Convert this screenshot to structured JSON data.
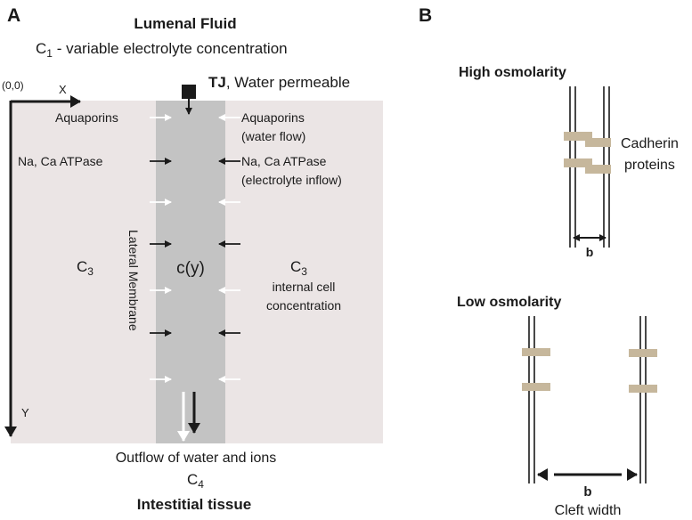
{
  "panel_a": {
    "letter": "A",
    "lumenal_fluid": "Lumenal Fluid",
    "c1_symbol": "C",
    "c1_sub": "1",
    "c1_desc": " - variable  electrolyte concentration",
    "origin": "(0,0)",
    "x_axis": "X",
    "y_axis": "Y",
    "tj_bold": "TJ",
    "tj_desc": ", Water permeable",
    "aquaporins_left": "Aquaporins",
    "aquaporins_right": "Aquaporins",
    "water_flow": "(water flow)",
    "atpase_left": "Na, Ca ATPase",
    "atpase_right": "Na, Ca ATPase",
    "electrolyte_inflow": "(electrolyte inflow)",
    "lateral_membrane": "Lateral Membrane",
    "cy": "c(y)",
    "c3_symbol": "C",
    "c3_sub": "3",
    "internal_cell_1": "internal cell",
    "internal_cell_2": "concentration",
    "outflow": "Outflow of water and ions",
    "c4_symbol": "C",
    "c4_sub": "4",
    "interstitial": "Intestitial tissue"
  },
  "panel_b": {
    "letter": "B",
    "high_title": "High osmolarity",
    "cadherin_1": "Cadherin",
    "cadherin_2": "proteins",
    "b_label_high": "b",
    "low_title": "Low osmolarity",
    "b_label_low": "b",
    "cleft_width": "Cleft width"
  },
  "colors": {
    "cell_fill": "#ebe5e5",
    "cleft_fill": "#c3c3c3",
    "cadherin": "#c6b79c",
    "ink": "#1a1a1a",
    "white_arrow": "#ffffff"
  }
}
